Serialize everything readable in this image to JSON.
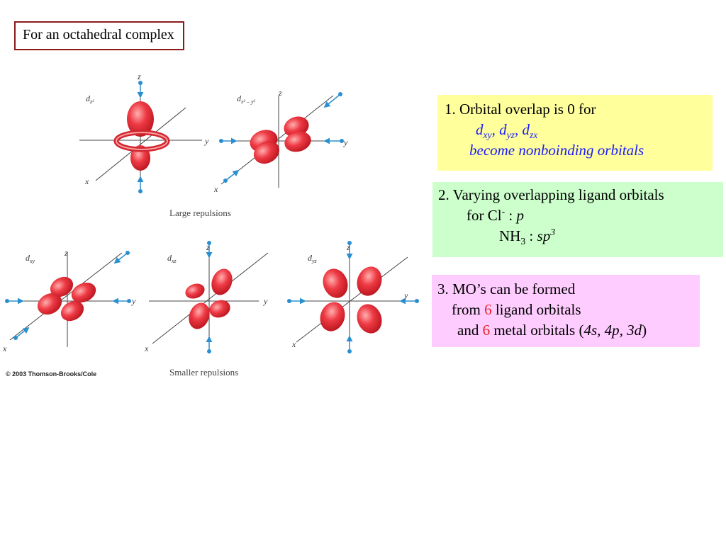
{
  "title": "For an octahedral complex",
  "figure": {
    "labels": {
      "dz2_sym": "d",
      "dz2_sub": "z²",
      "dx2y2_sym": "d",
      "dx2y2_sub": "x² – y²",
      "dxy_sym": "d",
      "dxy_sub": "xy",
      "dxz_sym": "d",
      "dxz_sub": "xz",
      "dyz_sym": "d",
      "dyz_sub": "yz",
      "axis_x": "x",
      "axis_y": "y",
      "axis_z": "z"
    },
    "caption_large": "Large repulsions",
    "caption_small": "Smaller repulsions",
    "copyright": "© 2003 Thomson-Brooks/Cole",
    "colors": {
      "lobe": "#e8343c",
      "lobe_light": "#f7a1a1",
      "arrow": "#2a8fd0",
      "axis": "#444444"
    }
  },
  "note1": {
    "line1": "1.   Orbital overlap is 0 for",
    "d1": "d",
    "s1": "xy",
    "sep1": ", ",
    "d2": "d",
    "s2": "yz",
    "sep2": ", ",
    "d3": "d",
    "s3": "zx",
    "line3": "become nonboinding orbitals"
  },
  "note2": {
    "line1": "2. Varying overlapping ligand orbitals",
    "for_label": "for  Cl",
    "cl_sup": "-",
    "cl_sep": " : ",
    "cl_val": "p",
    "nh_label": "NH",
    "nh_sub": "3",
    "nh_sep": " : ",
    "nh_val": "sp",
    "nh_sup": "3"
  },
  "note3": {
    "line1": "3. MO’s can be formed",
    "from": "from ",
    "num1": "6",
    "ligand": " ligand orbitals",
    "and": "and  ",
    "num2": "6",
    "metal": " metal orbitals (",
    "orbs": "4s, 4p, 3d",
    "close": ")"
  }
}
